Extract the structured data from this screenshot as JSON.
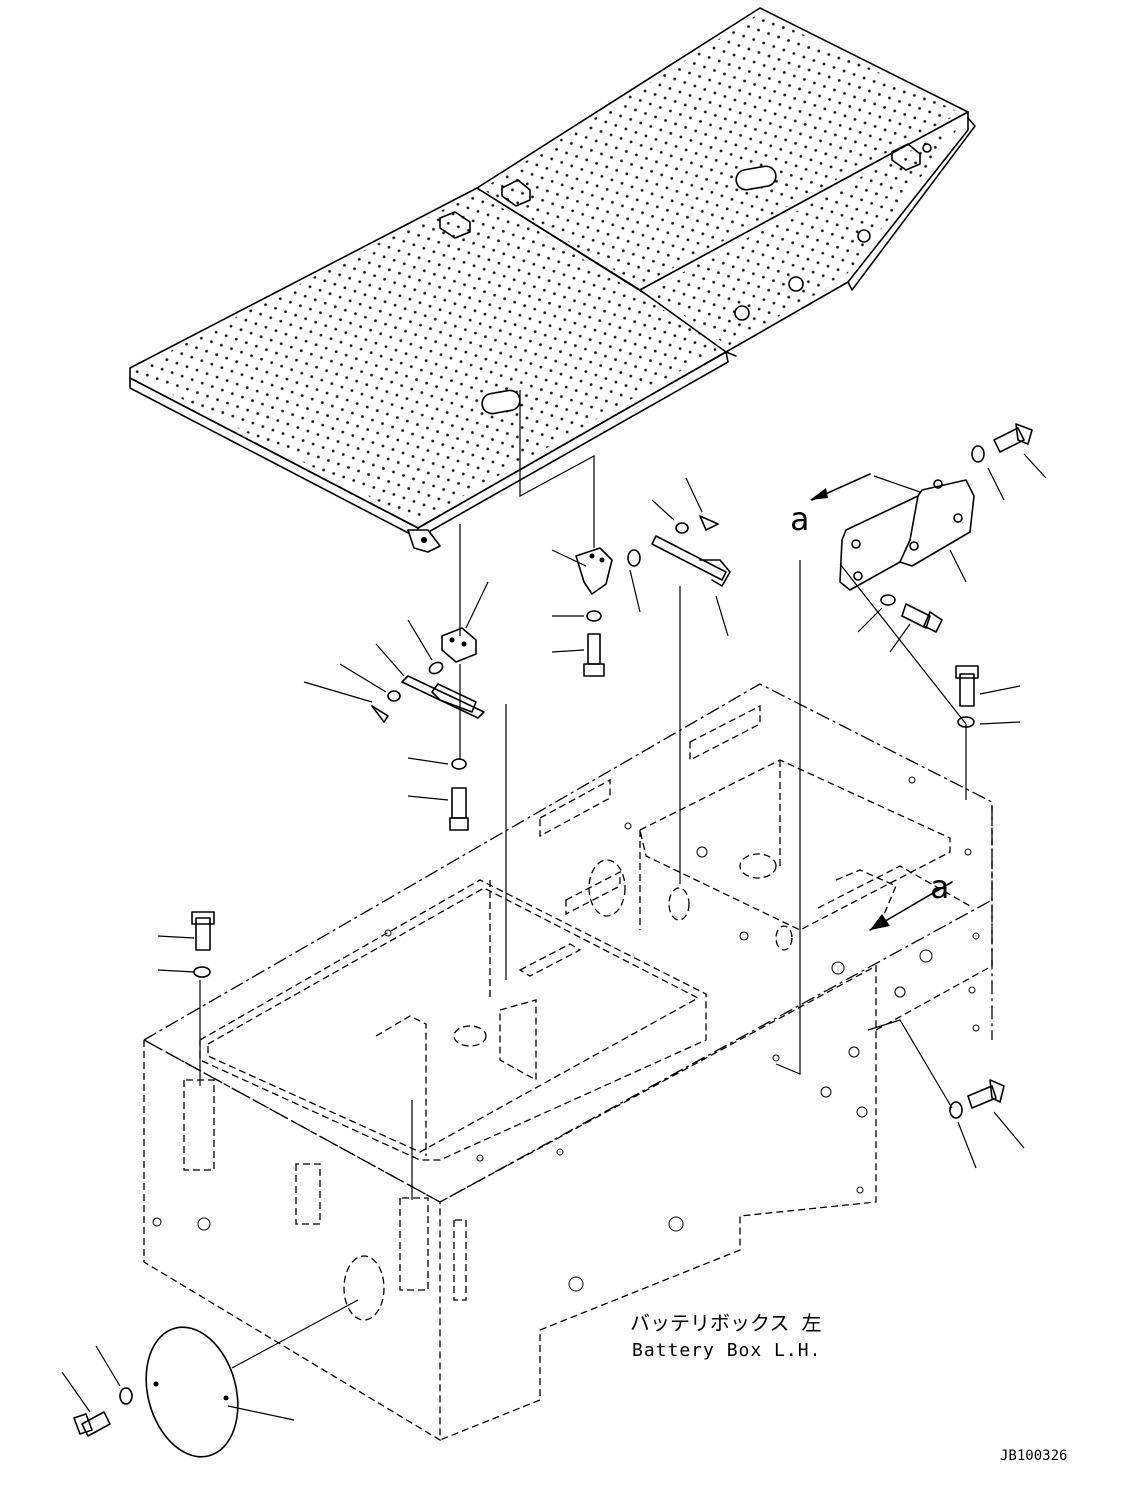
{
  "diagram": {
    "title_ja": "バッテリボックス 左",
    "title_en": "Battery Box L.H.",
    "drawing_number": "JB100326",
    "view_markers": [
      "a",
      "a"
    ]
  }
}
